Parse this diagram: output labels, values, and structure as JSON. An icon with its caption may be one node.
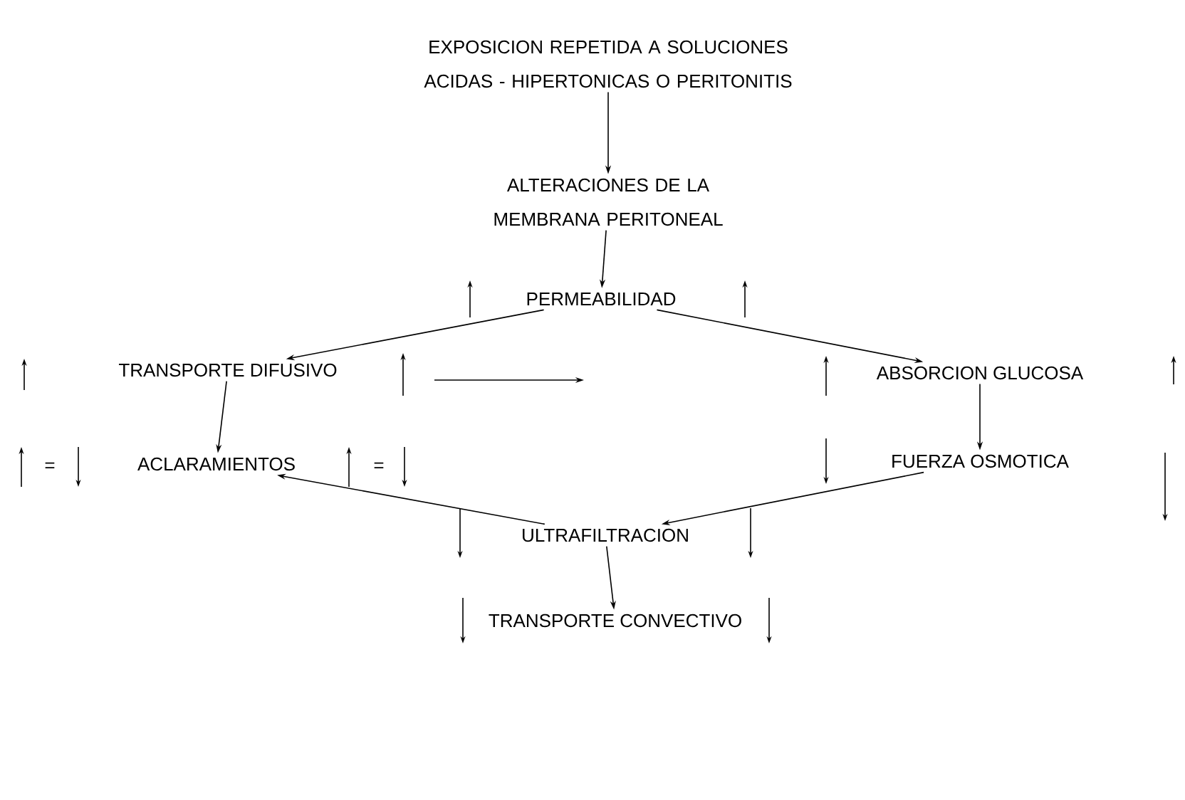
{
  "diagram": {
    "nodes": [
      {
        "text": [
          "EXPOSICION REPETIDA A SOLUCIONES ACIDAS - HIPERTONICAS O PERITONITIS"
        ]
      },
      {
        "text": [
          "ALTERACIONES DE LA MEMBRANA PERITONEAL"
        ]
      },
      {
        "text": [
          "PERMEABILIDAD"
        ]
      },
      {
        "text": [
          "TRANSPORTE DIFUSIVO"
        ]
      },
      {
        "text": [
          "ACLARAMIENTOS"
        ]
      },
      {
        "text": [
          "ABSORCION GLUCOSA"
        ]
      },
      {
        "text": [
          "FUERZA OSMOTICA"
        ]
      },
      {
        "text": [
          "ULTRAFILTRACION"
        ]
      },
      {
        "text": [
          "TRANSPORTE CONVECTIVO"
        ]
      }
    ],
    "edges": [
      {
        "from": 0,
        "to": 1,
        "arrow": "to"
      },
      {
        "from": 1,
        "to": 2,
        "arrow": "to"
      },
      {
        "from": 2,
        "to": 3,
        "arrow": "to"
      },
      {
        "from": 2,
        "to": 5,
        "arrow": "to"
      },
      {
        "from": 3,
        "to": 4,
        "arrow": "to"
      },
      {
        "from": 5,
        "to": 6,
        "arrow": "to"
      },
      {
        "from": 6,
        "to": 7,
        "arrow": "to"
      },
      {
        "from": 7,
        "to": 4,
        "arrow": "to"
      },
      {
        "from": 7,
        "to": 8,
        "arrow": "to"
      }
    ],
    "labels": [
      "=",
      "="
    ]
  }
}
